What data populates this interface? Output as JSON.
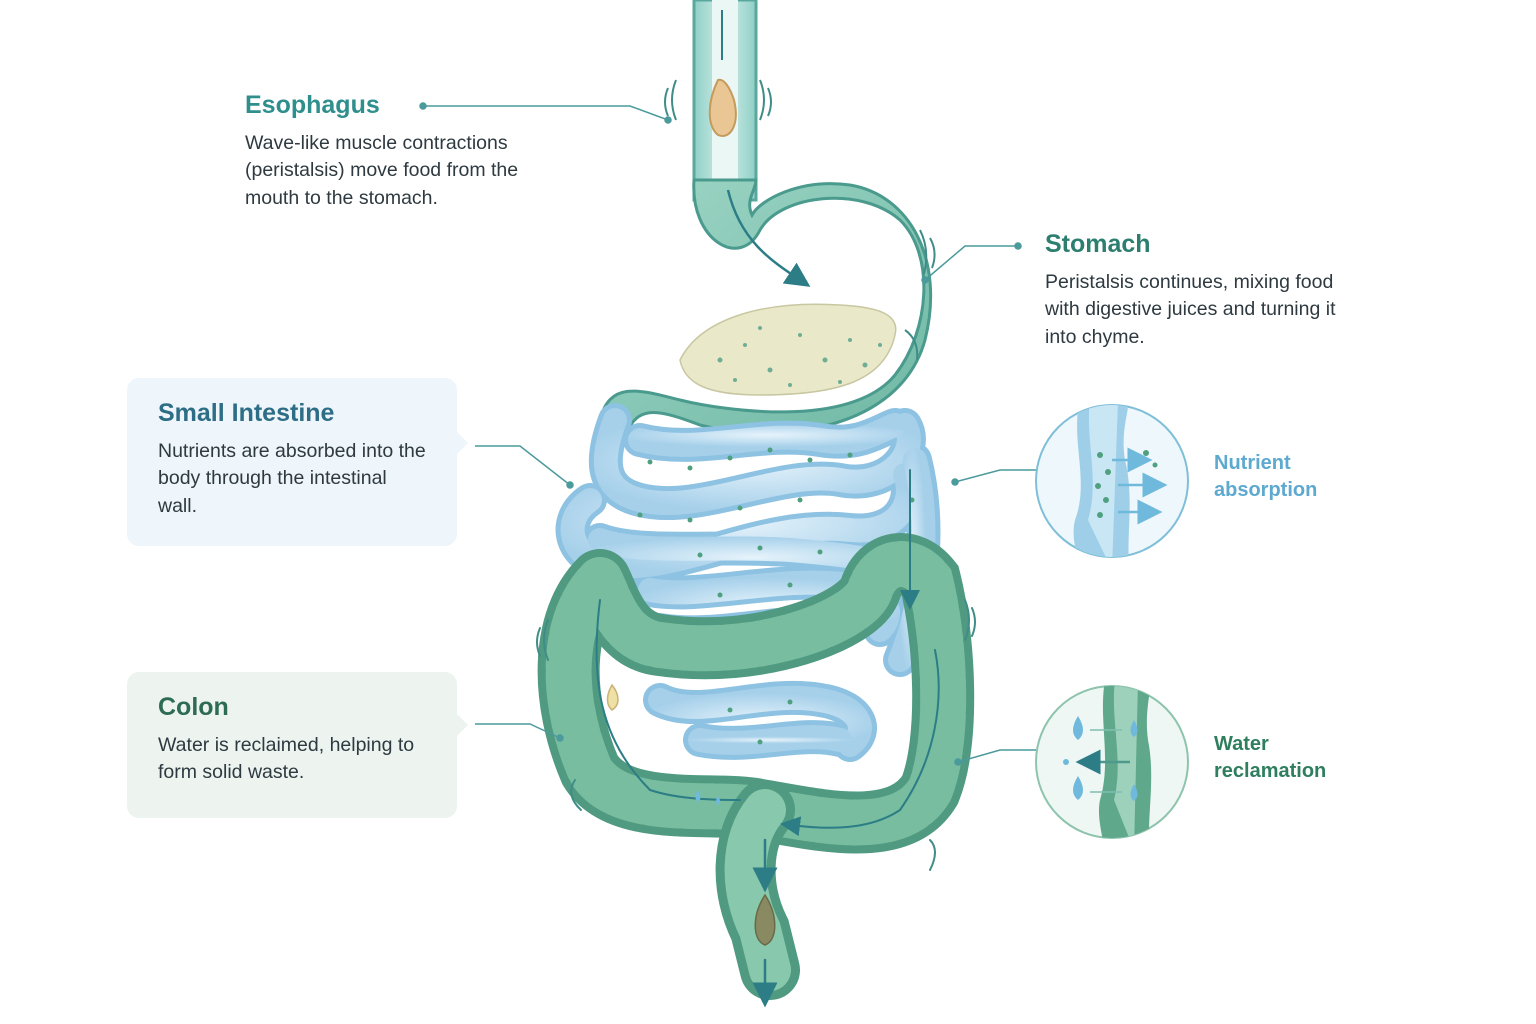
{
  "esophagus": {
    "title": "Esophagus",
    "description": "Wave-like muscle contractions (peristalsis) move food from the mouth to the stomach."
  },
  "stomach": {
    "title": "Stomach",
    "description": "Peristalsis continues, mixing food with digestive juices and turning it into chyme."
  },
  "small_intestine": {
    "title": "Small Intestine",
    "description": "Nutrients are absorbed into the body through the intestinal wall."
  },
  "colon": {
    "title": "Colon",
    "description": "Water is reclaimed, helping to form solid waste."
  },
  "insets": {
    "nutrient_absorption": "Nutrient absorption",
    "water_reclamation": "Water reclamation"
  },
  "colors": {
    "esophagus_teal": "#5fb3aa",
    "stomach_green": "#7fc4b0",
    "small_intestine_blue": "#a9d3ec",
    "colon_green": "#5fa88c",
    "chyme": "#e8e6c8",
    "arrow": "#2c7d86"
  }
}
